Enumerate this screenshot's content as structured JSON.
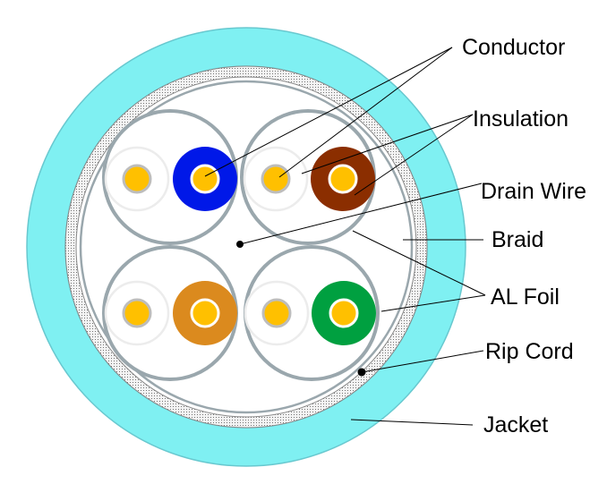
{
  "labels": {
    "conductor": "Conductor",
    "insulation": "Insulation",
    "drain_wire": "Drain Wire",
    "braid": "Braid",
    "al_foil": "AL Foil",
    "rip_cord": "Rip Cord",
    "jacket": "Jacket"
  },
  "colors": {
    "jacket": "#7ff0f2",
    "jacket_edge": "#68c8cf",
    "braid": "#e4e4e4",
    "foil_ring": "#9aa7ad",
    "conductor": "#ffc000",
    "pair_white_insulation": "#ececec",
    "insulation_blue": "#0018e8",
    "insulation_brown": "#8b2e00",
    "insulation_orange": "#db8a1e",
    "insulation_green": "#00a040"
  },
  "pairs": [
    {
      "name": "blue-pair",
      "color": "blue"
    },
    {
      "name": "brown-pair",
      "color": "brown"
    },
    {
      "name": "orange-pair",
      "color": "orange"
    },
    {
      "name": "green-pair",
      "color": "green"
    }
  ]
}
